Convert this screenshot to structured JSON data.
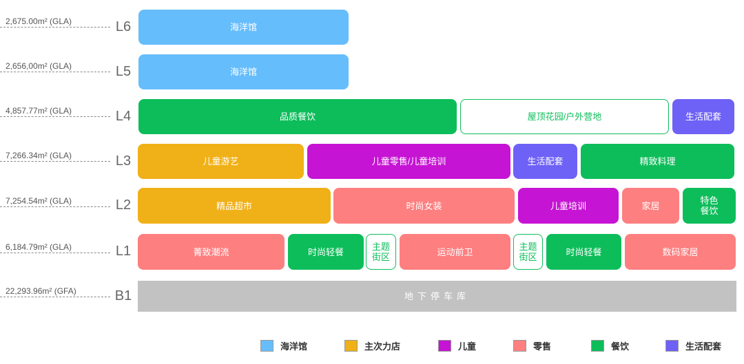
{
  "colors": {
    "ocean": "#66bdfc",
    "anchor": "#f0b017",
    "kids": "#c614d4",
    "retail": "#fd7f80",
    "food": "#0dbd5a",
    "living": "#6e61f6",
    "parking": "#c2c2c2"
  },
  "levels": [
    {
      "id": "L6",
      "area": "2,675.00m² (GLA)",
      "blocks": [
        {
          "label": "海洋馆",
          "cat": "ocean"
        }
      ]
    },
    {
      "id": "L5",
      "area": "2,656,00m² (GLA)",
      "blocks": [
        {
          "label": "海洋馆",
          "cat": "ocean"
        }
      ]
    },
    {
      "id": "L4",
      "area": "4,857.77m² (GLA)",
      "blocks": [
        {
          "label": "品质餐饮",
          "cat": "food"
        },
        {
          "label": "屋顶花园/户外营地",
          "cat": "food",
          "outline": true
        },
        {
          "label": "生活配套",
          "cat": "living"
        }
      ]
    },
    {
      "id": "L3",
      "area": "7,266.34m² (GLA)",
      "blocks": [
        {
          "label": "儿童游艺",
          "cat": "anchor"
        },
        {
          "label": "儿童零售/儿童培训",
          "cat": "kids"
        },
        {
          "label": "生活配套",
          "cat": "living"
        },
        {
          "label": "精致料理",
          "cat": "food"
        }
      ]
    },
    {
      "id": "L2",
      "area": "7,254.54m² (GLA)",
      "blocks": [
        {
          "label": "精品超市",
          "cat": "anchor"
        },
        {
          "label": "时尚女装",
          "cat": "retail"
        },
        {
          "label": "儿童培训",
          "cat": "kids"
        },
        {
          "label": "家居",
          "cat": "retail"
        },
        {
          "label": "特色\n餐饮",
          "cat": "food"
        }
      ]
    },
    {
      "id": "L1",
      "area": "6,184.79m² (GLA)",
      "blocks": [
        {
          "label": "菁致潮流",
          "cat": "retail"
        },
        {
          "label": "时尚轻餐",
          "cat": "food"
        },
        {
          "label": "主题\n街区",
          "cat": "food",
          "outline": true
        },
        {
          "label": "运动前卫",
          "cat": "retail"
        },
        {
          "label": "主题\n街区",
          "cat": "food",
          "outline": true
        },
        {
          "label": "时尚轻餐",
          "cat": "food"
        },
        {
          "label": "数码家居",
          "cat": "retail"
        }
      ]
    },
    {
      "id": "B1",
      "area": "22,293.96m² (GFA)",
      "blocks": [
        {
          "label": "地下停车库",
          "cat": "parking"
        }
      ]
    }
  ],
  "legend": [
    {
      "label": "海洋馆",
      "cat": "ocean"
    },
    {
      "label": "主次力店",
      "cat": "anchor"
    },
    {
      "label": "儿童",
      "cat": "kids"
    },
    {
      "label": "零售",
      "cat": "retail"
    },
    {
      "label": "餐饮",
      "cat": "food"
    },
    {
      "label": "生活配套",
      "cat": "living"
    }
  ]
}
